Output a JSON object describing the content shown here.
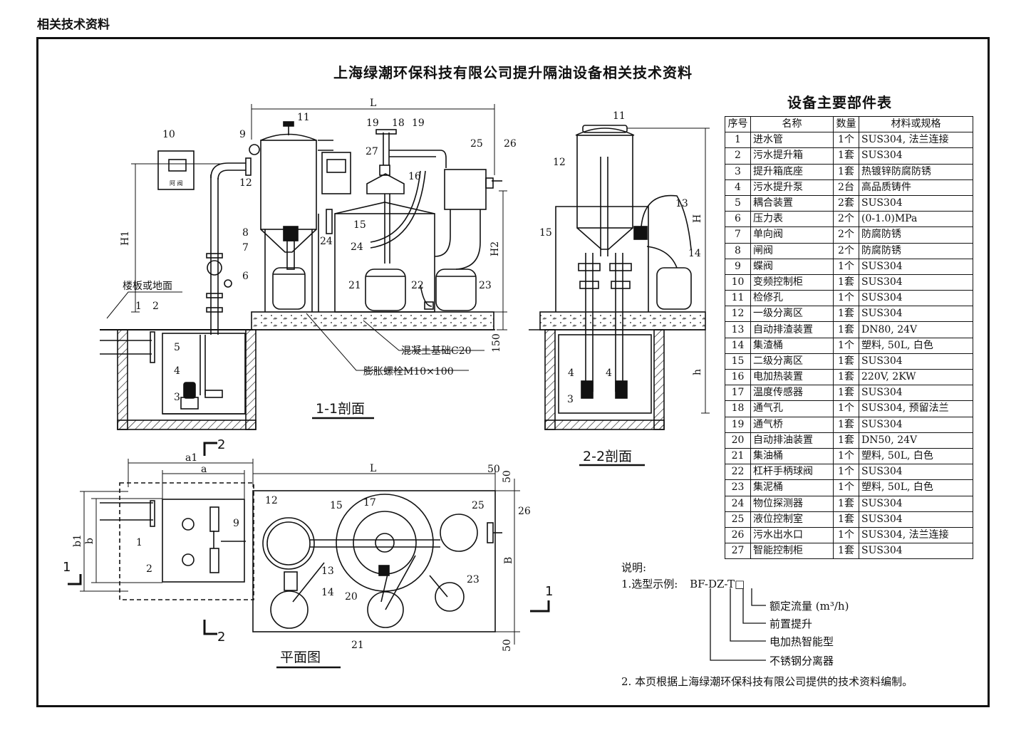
{
  "header": {
    "corner_title": "相关技术资料",
    "main_title": "上海绿潮环保科技有限公司提升隔油设备相关技术资料"
  },
  "parts_table": {
    "title": "设备主要部件表",
    "columns": [
      "序号",
      "名称",
      "数量",
      "材料或规格"
    ],
    "rows": [
      [
        "1",
        "进水管",
        "1个",
        "SUS304, 法兰连接"
      ],
      [
        "2",
        "污水提升箱",
        "1套",
        "SUS304"
      ],
      [
        "3",
        "提升箱底座",
        "1套",
        "热镀锌防腐防锈"
      ],
      [
        "4",
        "污水提升泵",
        "2台",
        "高品质铸件"
      ],
      [
        "5",
        "耦合装置",
        "2套",
        "SUS304"
      ],
      [
        "6",
        "压力表",
        "2个",
        "(0-1.0)MPa"
      ],
      [
        "7",
        "单向阀",
        "2个",
        "防腐防锈"
      ],
      [
        "8",
        "闸阀",
        "2个",
        "防腐防锈"
      ],
      [
        "9",
        "蝶阀",
        "1个",
        "SUS304"
      ],
      [
        "10",
        "变频控制柜",
        "1套",
        "SUS304"
      ],
      [
        "11",
        "检修孔",
        "1个",
        "SUS304"
      ],
      [
        "12",
        "一级分离区",
        "1套",
        "SUS304"
      ],
      [
        "13",
        "自动排渣装置",
        "1套",
        "DN80, 24V"
      ],
      [
        "14",
        "集渣桶",
        "1个",
        "塑料, 50L, 白色"
      ],
      [
        "15",
        "二级分离区",
        "1套",
        "SUS304"
      ],
      [
        "16",
        "电加热装置",
        "1套",
        "220V, 2KW"
      ],
      [
        "17",
        "温度传感器",
        "1套",
        "SUS304"
      ],
      [
        "18",
        "通气孔",
        "1个",
        "SUS304, 预留法兰"
      ],
      [
        "19",
        "通气桥",
        "1套",
        "SUS304"
      ],
      [
        "20",
        "自动排油装置",
        "1套",
        "DN50, 24V"
      ],
      [
        "21",
        "集油桶",
        "1个",
        "塑料, 50L, 白色"
      ],
      [
        "22",
        "杠杆手柄球阀",
        "1个",
        "SUS304"
      ],
      [
        "23",
        "集泥桶",
        "1个",
        "塑料, 50L, 白色"
      ],
      [
        "24",
        "物位探测器",
        "1套",
        "SUS304"
      ],
      [
        "25",
        "液位控制室",
        "1套",
        "SUS304"
      ],
      [
        "26",
        "污水出水口",
        "1个",
        "SUS304, 法兰连接"
      ],
      [
        "27",
        "智能控制柜",
        "1套",
        "SUS304"
      ]
    ]
  },
  "notes": {
    "heading": "说明:",
    "item1_prefix": "1.选型示例:",
    "model_code": "BF-DZ-T□",
    "model_parts": [
      "额定流量 (m³/h)",
      "前置提升",
      "电加热智能型",
      "不锈钢分离器"
    ],
    "item2": "2. 本页根据上海绿潮环保科技有限公司提供的技术资料编制。"
  },
  "views": {
    "section_1_1": "1-1剖面",
    "section_2_2": "2-2剖面",
    "plan": "平面图",
    "floor_label": "楼板或地面",
    "concrete_label": "混凝土基础C20",
    "bolt_label": "膨胀螺栓M10×100",
    "cabinet_text": "阿 阀"
  },
  "dimensions": {
    "L": "L",
    "H": "H",
    "H1": "H1",
    "H2": "H2",
    "h": "h",
    "B": "B",
    "a": "a",
    "a1": "a1",
    "b": "b",
    "b1": "b1",
    "d150": "150",
    "d50": "50",
    "cut_mark_1": "1",
    "cut_mark_2": "2"
  },
  "callouts": {
    "section_1_1": [
      "1",
      "2",
      "3",
      "4",
      "5",
      "6",
      "7",
      "8",
      "9",
      "10",
      "11",
      "12",
      "15",
      "16",
      "18",
      "19",
      "19",
      "21",
      "22",
      "23",
      "24",
      "24",
      "25",
      "26",
      "27"
    ],
    "section_2_2": [
      "11",
      "12",
      "13",
      "14",
      "15",
      "3",
      "4",
      "4"
    ],
    "plan": [
      "1",
      "2",
      "9",
      "12",
      "13",
      "14",
      "15",
      "17",
      "20",
      "21",
      "23",
      "25",
      "26"
    ]
  }
}
